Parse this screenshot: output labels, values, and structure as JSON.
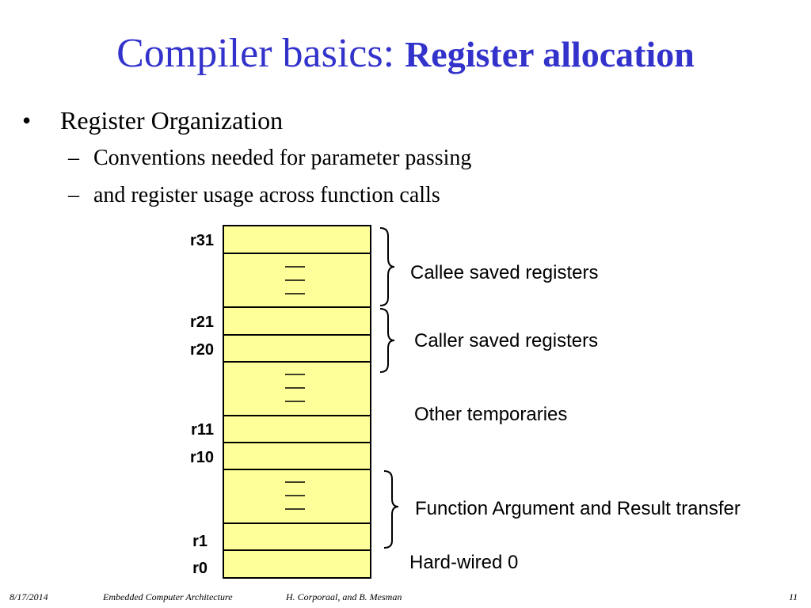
{
  "slide": {
    "title_normal": "Compiler basics: ",
    "title_bold": "Register allocation",
    "bullet": "Register Organization",
    "bullet_marker": "•",
    "sub_marker": "–",
    "subbullets": [
      "Conventions needed for parameter passing",
      "and register usage across function calls"
    ]
  },
  "registers": {
    "labels": [
      "r31",
      "r21",
      "r20",
      "r11",
      "r10",
      "r1",
      "r0"
    ],
    "cell_color": "#ffff99",
    "groups": [
      "Callee saved registers",
      "Caller saved registers",
      "Other temporaries",
      "Function Argument and Result transfer",
      "Hard-wired 0"
    ]
  },
  "footer": {
    "date": "8/17/2014",
    "course": "Embedded Computer Architecture",
    "authors": "H. Corporaal, and B. Mesman",
    "page": "11"
  },
  "colors": {
    "title": "#3333cc"
  }
}
